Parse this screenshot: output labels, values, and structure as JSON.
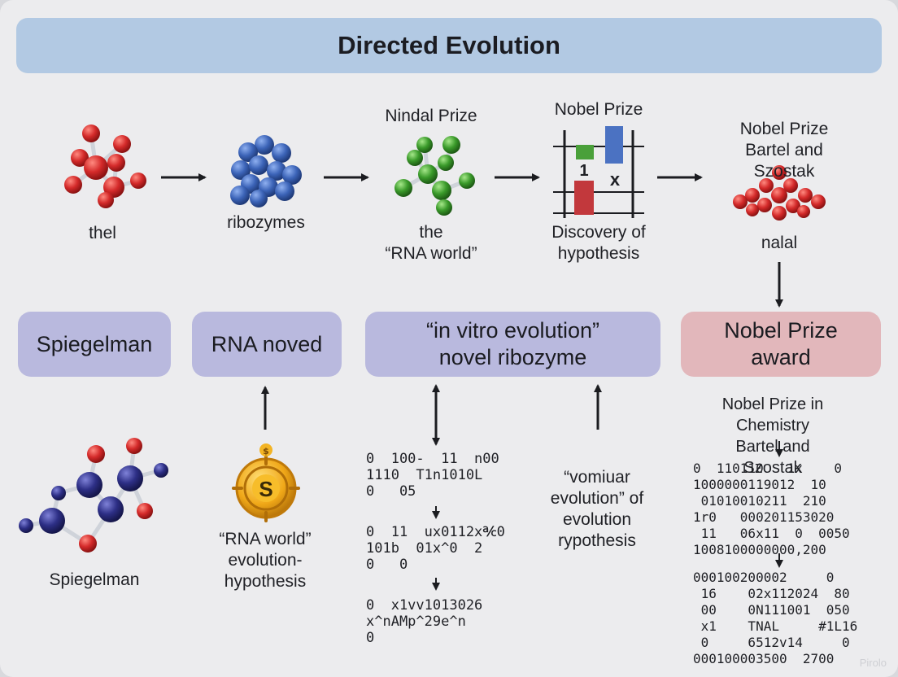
{
  "title": "Directed Evolution",
  "top_row": {
    "labels": {
      "thel": "thel",
      "ribozymes": "ribozymes",
      "rna_world": "the\n“RNA world”",
      "discovery": "Discovery of\nhypothesis",
      "nalal": "nalal"
    },
    "headers": {
      "nindal": "Nindal Prize",
      "nobel": "Nobel Prize",
      "bartel": "Nobel Prize\nBartel and Szostak"
    },
    "chart_glyphs": {
      "one": "1",
      "x": "x"
    }
  },
  "boxes": {
    "spiegelman": "Spiegelman",
    "rna_noved": "RNA noved",
    "in_vitro": "“in vitro evolution”\nnovel ribozyme",
    "nobel_award": "Nobel Prize\naward"
  },
  "bottom": {
    "spiegelman_label": "Spiegelman",
    "coin_letter": "S",
    "rna_world_hypothesis": "“RNA world”\nevolution-\nhypothesis",
    "vomiuar": "“vomiuar\nevolution” of\nevolution\nrypothesis",
    "chem_header": "Nobel Prize in Chemistry\nBartel and Szostak",
    "seq_block_1": "0  100-  11  n00\n1110  T1n1010L\n0   05",
    "seq_block_2": "0  11  ux0112x℀0\n101b  01x^0  2\n0   0",
    "seq_block_3": "0  x1vv1013026\nx^nAMp^29e^n\n0",
    "right_block_1": "0  110110   1x    0\n1000000119012  10\n 01010010211  210\n1r0   000201153020\n 11   06x11  0  0050\n1008100000000,200",
    "right_block_2": "000100200002     0\n 16    02x112024  80\n 00    0N111001  050\n x1    TNAL     #1L16\n 0     6512v14     0\n000100003500  2700"
  },
  "watermark": "Pirolo",
  "colors": {
    "title_bg": "#b2c9e3",
    "purple_box": "#b9b9de",
    "red_box": "#e2b7bb",
    "atom_red": "#d42a2a",
    "atom_blue": "#3c64b8",
    "atom_green": "#3a9a2a",
    "atom_navy": "#2d2f86",
    "bar_green": "#4aa03a",
    "bar_blue": "#4b72c2",
    "bar_red": "#c2383c",
    "coin_gold": "#f0a818"
  }
}
